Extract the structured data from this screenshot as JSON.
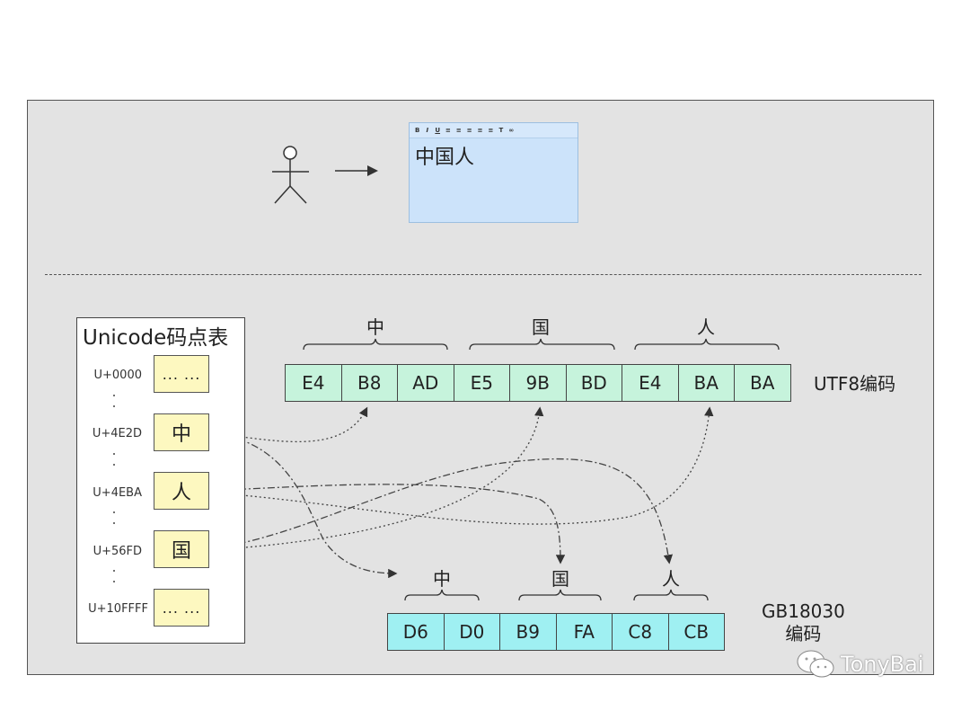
{
  "editor": {
    "toolbar": [
      "B",
      "I",
      "U",
      "≡",
      "≡",
      "≡",
      "≡",
      "≡",
      "T",
      "∞"
    ],
    "text": "中国人"
  },
  "unicode_table": {
    "title": "Unicode码点表",
    "rows": [
      {
        "codepoint": "U+0000",
        "char": "... ..."
      },
      {
        "codepoint": "U+4E2D",
        "char": "中"
      },
      {
        "codepoint": "U+4EBA",
        "char": "人"
      },
      {
        "codepoint": "U+56FD",
        "char": "国"
      },
      {
        "codepoint": "U+10FFFF",
        "char": "... ..."
      }
    ]
  },
  "utf8": {
    "label": "UTF8编码",
    "groups": [
      {
        "char": "中",
        "bytes": [
          "E4",
          "B8",
          "AD"
        ]
      },
      {
        "char": "国",
        "bytes": [
          "E5",
          "9B",
          "BD"
        ]
      },
      {
        "char": "人",
        "bytes": [
          "E4",
          "BA",
          "BA"
        ]
      }
    ]
  },
  "gb18030": {
    "label_line1": "GB18030",
    "label_line2": "编码",
    "groups": [
      {
        "char": "中",
        "bytes": [
          "D6",
          "D0"
        ]
      },
      {
        "char": "国",
        "bytes": [
          "B9",
          "FA"
        ]
      },
      {
        "char": "人",
        "bytes": [
          "C8",
          "CB"
        ]
      }
    ]
  },
  "watermark": "TonyBai"
}
